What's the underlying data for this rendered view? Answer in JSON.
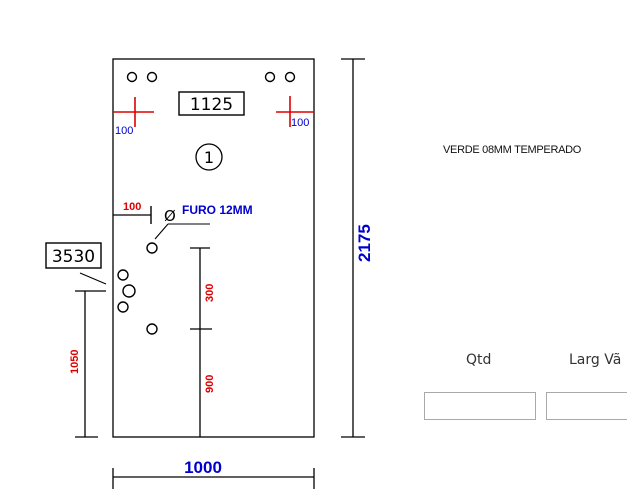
{
  "drawing": {
    "panel_width": "1000",
    "panel_height": "2175",
    "top_box": "1125",
    "panel_number": "1",
    "side_box": "3530",
    "offset_left": "100",
    "offset_right": "100",
    "hole_offset": "100",
    "hole_diameter_symbol": "Ø",
    "hole_label": "FURO 12MM",
    "dim_300": "300",
    "dim_900": "900",
    "dim_1050": "1050",
    "colors": {
      "black": "#000000",
      "red": "#dd0000",
      "blue": "#0000cc"
    }
  },
  "product": {
    "glass_label": "VERDE 08MM TEMPERADO"
  },
  "form": {
    "qtd_label": "Qtd",
    "larg_label": "Larg Vã",
    "qtd_value": "",
    "larg_value": ""
  }
}
